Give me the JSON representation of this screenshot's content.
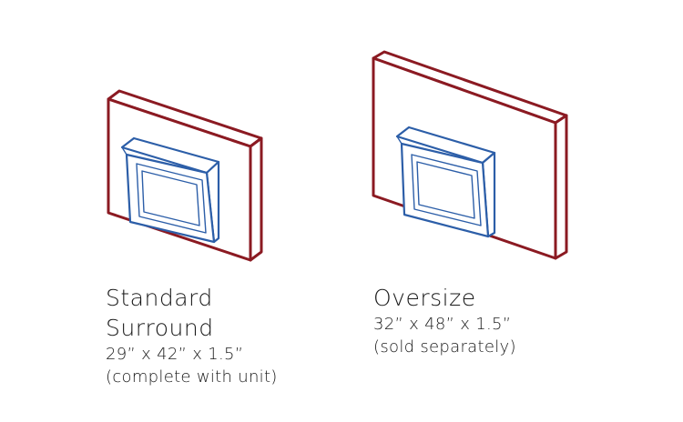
{
  "options": [
    {
      "title_lines": [
        "Standard",
        "Surround"
      ],
      "dimensions": "29” x 42” x 1.5”",
      "note": "(complete with unit)"
    },
    {
      "title_lines": [
        "Oversize"
      ],
      "dimensions": "32” x 48” x 1.5”",
      "note": "(sold separately)"
    }
  ],
  "colors": {
    "surround_outline": "#8b1a22",
    "unit_outline": "#2c5ea8"
  }
}
